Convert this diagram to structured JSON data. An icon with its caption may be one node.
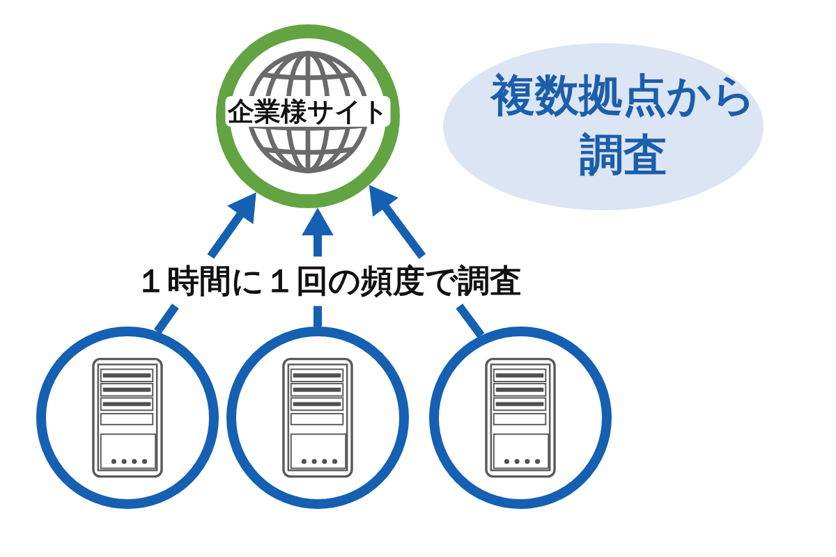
{
  "diagram": {
    "nodes": [
      {
        "text": [
          "企業様サイト"
        ]
      },
      {
        "text": [
          "複数拠点から調査"
        ]
      },
      {
        "text": [],
        "shape": "circle"
      },
      {
        "text": [],
        "shape": "circle"
      },
      {
        "text": [],
        "shape": "circle"
      }
    ],
    "edges": [
      {
        "from": 2,
        "to": 0,
        "arrow": "to"
      },
      {
        "from": 3,
        "to": 0,
        "arrow": "to"
      },
      {
        "from": 4,
        "to": 0,
        "arrow": "to"
      }
    ],
    "labels": [
      "１時間に１回の頻度で調査"
    ]
  }
}
